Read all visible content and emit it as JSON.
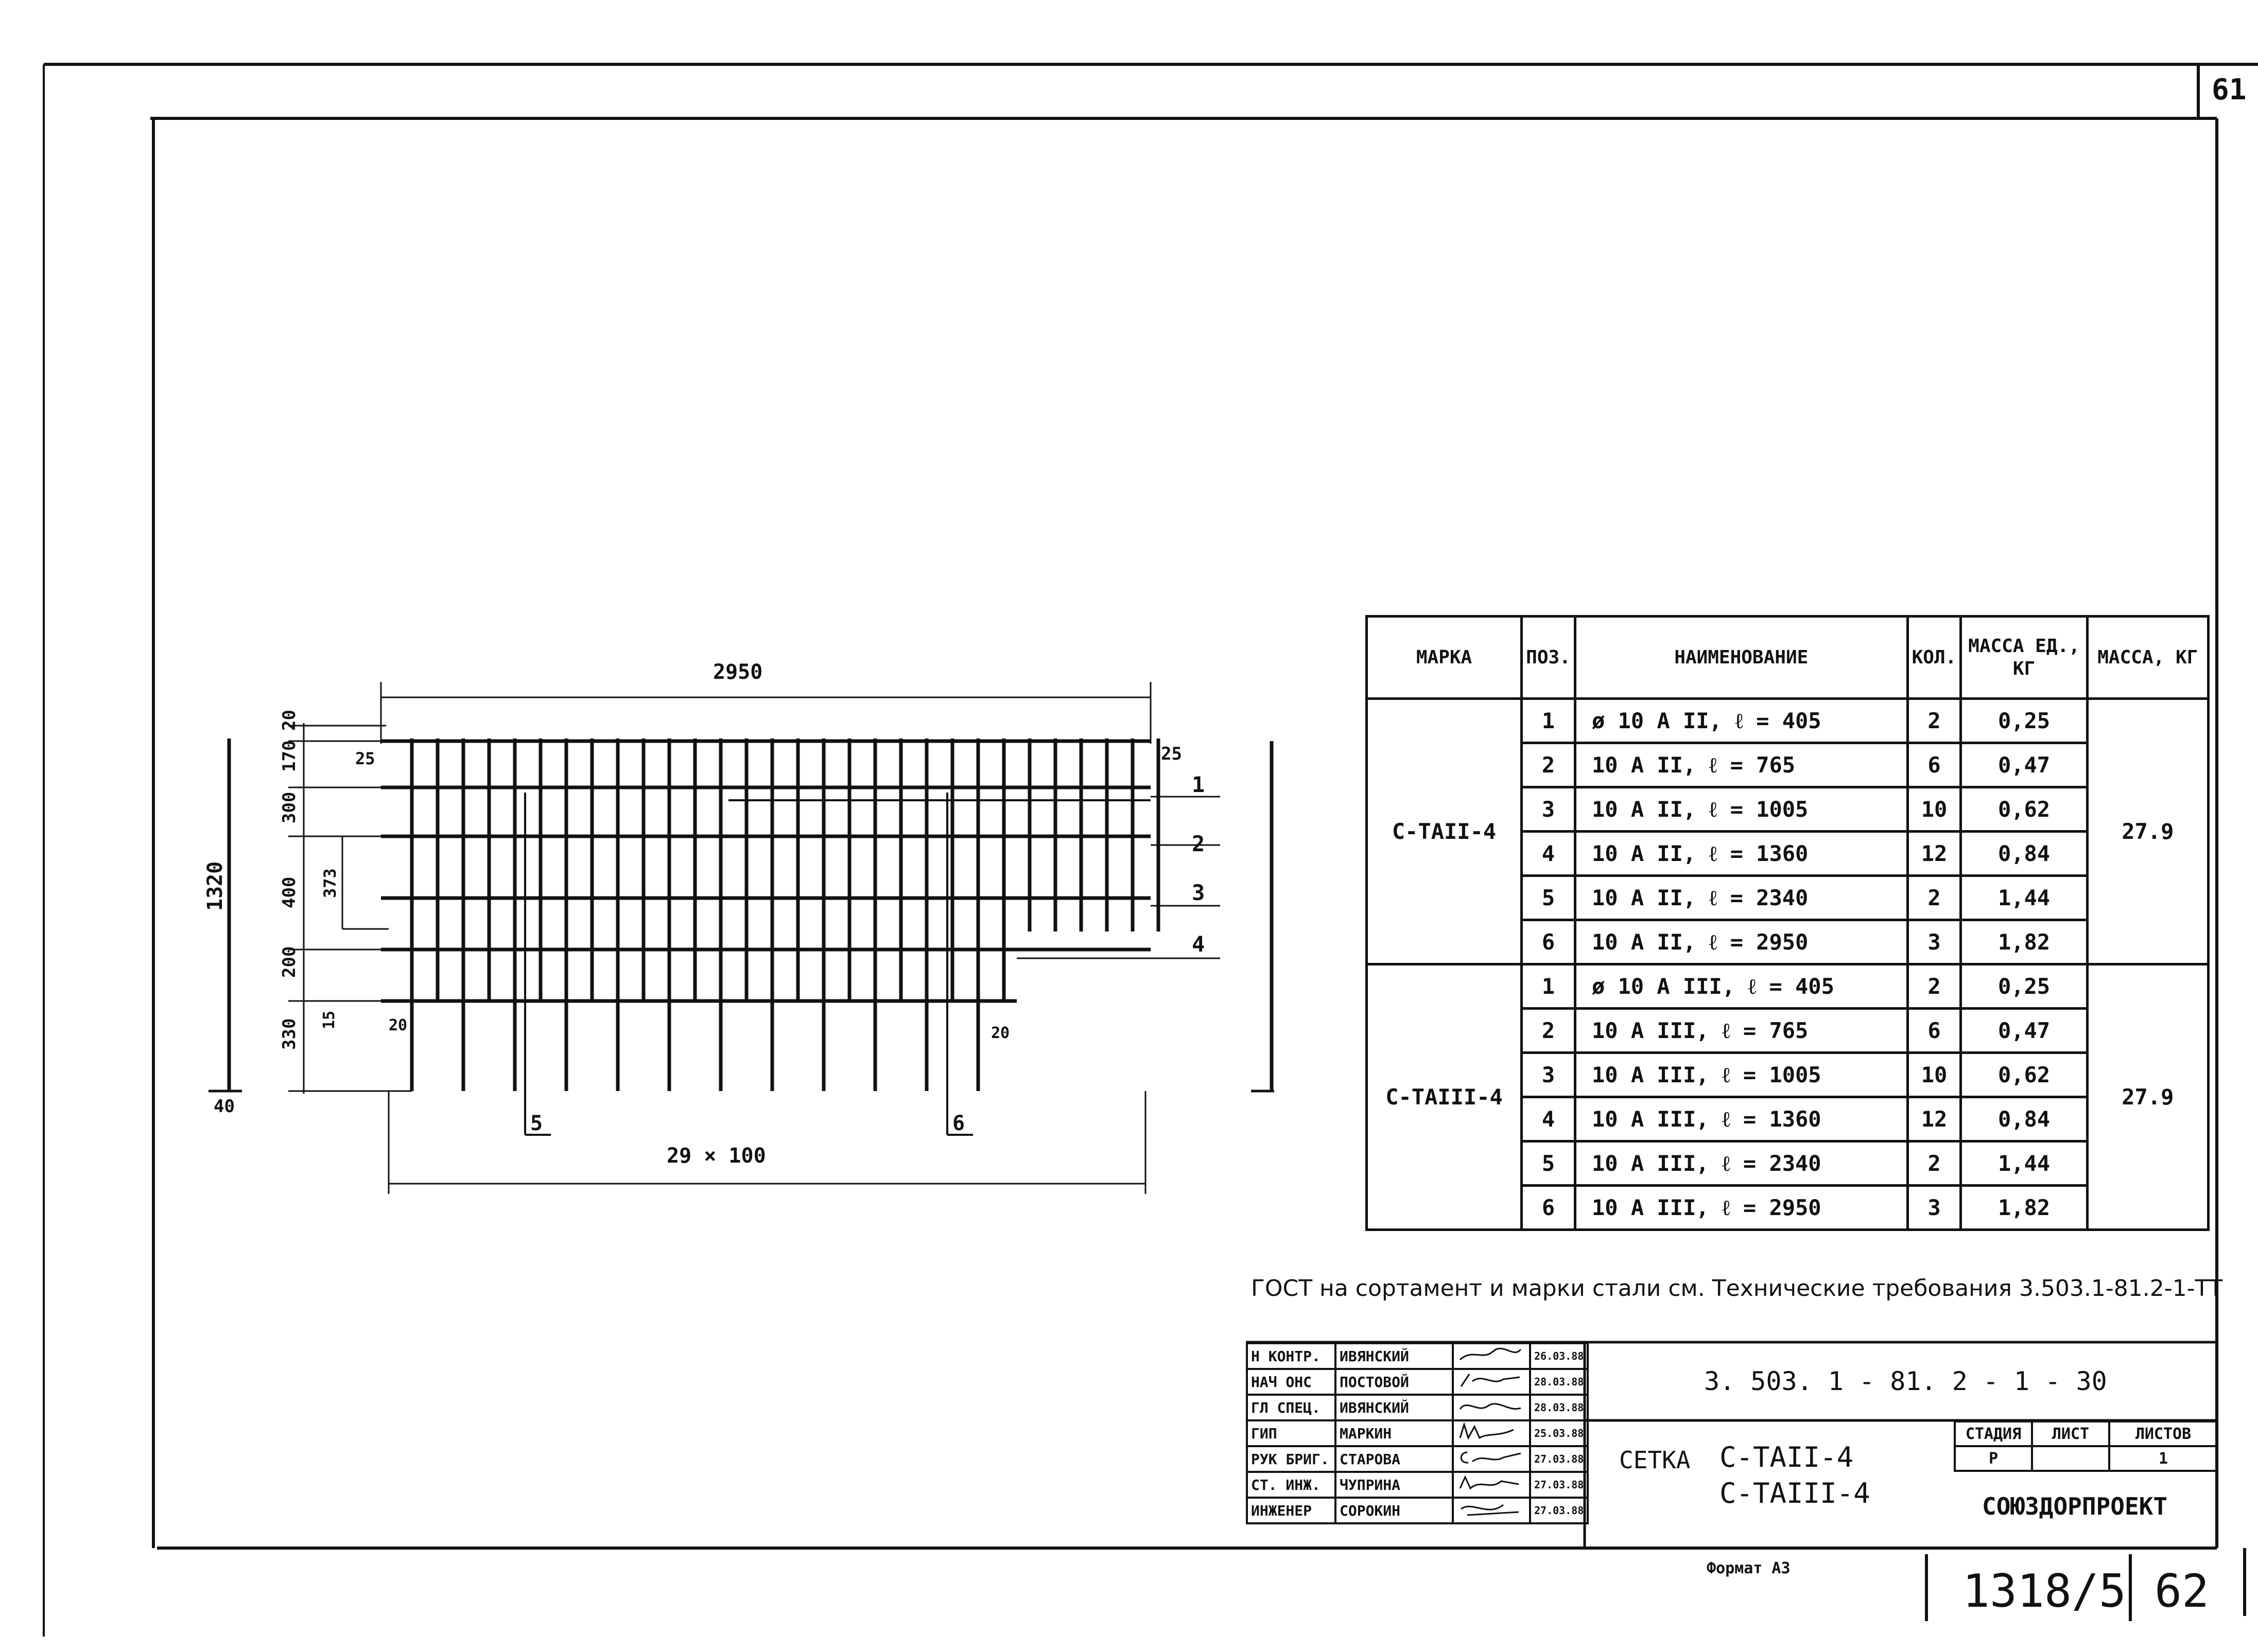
{
  "corner_sheet": "61",
  "drawing": {
    "dim_top": "2950",
    "dim_bottom": "29 × 100",
    "dim_overall_height": "1320",
    "dim_left_vertical": [
      "20",
      "170",
      "300",
      "400",
      "200",
      "330"
    ],
    "dim_inner_373": "373",
    "dim_15": "15",
    "dim_40": "40",
    "dim_25_left": "25",
    "dim_25_right": "25",
    "dim_20_left": "20",
    "dim_20_right": "20",
    "callouts_right": [
      "1",
      "2",
      "3",
      "4"
    ],
    "callout_5": "5",
    "callout_6": "6"
  },
  "spec_table": {
    "headers": {
      "mark": "МАРКА",
      "pos": "ПОЗ.",
      "name": "НАИМЕНОВАНИЕ",
      "qty": "КОЛ.",
      "unit_mass": "МАССА ЕД., КГ",
      "mass": "МАССА, КГ"
    },
    "groups": [
      {
        "mark": "С-ТАII-4",
        "total_mass": "27.9",
        "rows": [
          {
            "pos": "1",
            "name": "ø 10 А II,  ℓ = 405",
            "qty": "2",
            "unit_mass": "0,25"
          },
          {
            "pos": "2",
            "name": "10 А II,  ℓ = 765",
            "qty": "6",
            "unit_mass": "0,47"
          },
          {
            "pos": "3",
            "name": "10 А II,  ℓ = 1005",
            "qty": "10",
            "unit_mass": "0,62"
          },
          {
            "pos": "4",
            "name": "10 А II,  ℓ = 1360",
            "qty": "12",
            "unit_mass": "0,84"
          },
          {
            "pos": "5",
            "name": "10 А II,  ℓ = 2340",
            "qty": "2",
            "unit_mass": "1,44"
          },
          {
            "pos": "6",
            "name": "10 А II,  ℓ = 2950",
            "qty": "3",
            "unit_mass": "1,82"
          }
        ]
      },
      {
        "mark": "С-ТАIII-4",
        "total_mass": "27.9",
        "rows": [
          {
            "pos": "1",
            "name": "ø 10 А III, ℓ = 405",
            "qty": "2",
            "unit_mass": "0,25"
          },
          {
            "pos": "2",
            "name": "10 А III, ℓ = 765",
            "qty": "6",
            "unit_mass": "0,47"
          },
          {
            "pos": "3",
            "name": "10 А III, ℓ = 1005",
            "qty": "10",
            "unit_mass": "0,62"
          },
          {
            "pos": "4",
            "name": "10 А III, ℓ = 1360",
            "qty": "12",
            "unit_mass": "0,84"
          },
          {
            "pos": "5",
            "name": "10 А III, ℓ = 2340",
            "qty": "2",
            "unit_mass": "1,44"
          },
          {
            "pos": "6",
            "name": "10 А III, ℓ = 2950",
            "qty": "3",
            "unit_mass": "1,82"
          }
        ]
      }
    ]
  },
  "note": "ГОСТ на сортамент и марки стали см. Технические требования 3.503.1-81.2-1-ТТ",
  "title_block": {
    "doc_code": "3. 503. 1 - 81. 2 - 1 - 30",
    "signatures": [
      {
        "role": "Н КОНТР.",
        "name": "ИВЯНСКИЙ",
        "date": "26.03.88"
      },
      {
        "role": "НАЧ ОНС",
        "name": "ПОСТОВОЙ",
        "date": "28.03.88"
      },
      {
        "role": "ГЛ СПЕЦ.",
        "name": "ИВЯНСКИЙ",
        "date": "28.03.88"
      },
      {
        "role": "ГИП",
        "name": "МАРКИН",
        "date": "25.03.88"
      },
      {
        "role": "РУК БРИГ.",
        "name": "СТАРОВА",
        "date": "27.03.88"
      },
      {
        "role": "СТ. ИНЖ.",
        "name": "ЧУПРИНА",
        "date": "27.03.88"
      },
      {
        "role": "ИНЖЕНЕР",
        "name": "СОРОКИН",
        "date": "27.03.88"
      }
    ],
    "title_prefix": "СЕТКА",
    "title_line1": "С-ТАII-4",
    "title_line2": "С-ТАIII-4",
    "stage_header": "СТАДИЯ",
    "sheet_header": "ЛИСТ",
    "sheets_header": "ЛИСТОВ",
    "stage_value": "Р",
    "sheet_value": "",
    "sheets_value": "1",
    "organization": "СОЮЗДОРПРОЕКТ"
  },
  "format_label": "Формат А3",
  "bottom_code": "1318/5",
  "page_number": "62"
}
